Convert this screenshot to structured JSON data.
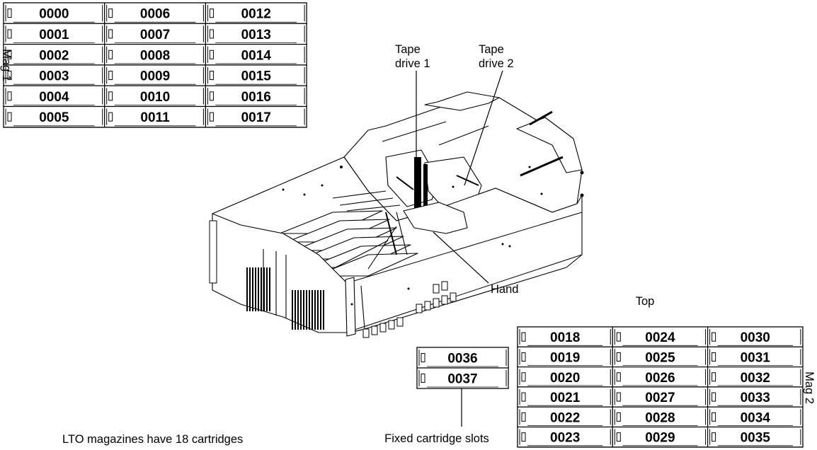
{
  "magazine_1": {
    "label": "Mag 1",
    "slots": [
      "0000",
      "0001",
      "0002",
      "0003",
      "0004",
      "0005",
      "0006",
      "0007",
      "0008",
      "0009",
      "0010",
      "0011",
      "0012",
      "0013",
      "0014",
      "0015",
      "0016",
      "0017"
    ]
  },
  "magazine_2": {
    "label": "Mag 2",
    "top_label": "Top",
    "slots": [
      "0018",
      "0019",
      "0020",
      "0021",
      "0022",
      "0023",
      "0024",
      "0025",
      "0026",
      "0027",
      "0028",
      "0029",
      "0030",
      "0031",
      "0032",
      "0033",
      "0034",
      "0035"
    ]
  },
  "fixed_slots": {
    "label": "Fixed cartridge slots",
    "slots": [
      "0036",
      "0037"
    ]
  },
  "callouts": {
    "tape_drive_1": [
      "Tape",
      "drive 1"
    ],
    "tape_drive_2": [
      "Tape",
      "drive 2"
    ],
    "hand": "Hand"
  },
  "note": "LTO magazines have 18 cartridges"
}
